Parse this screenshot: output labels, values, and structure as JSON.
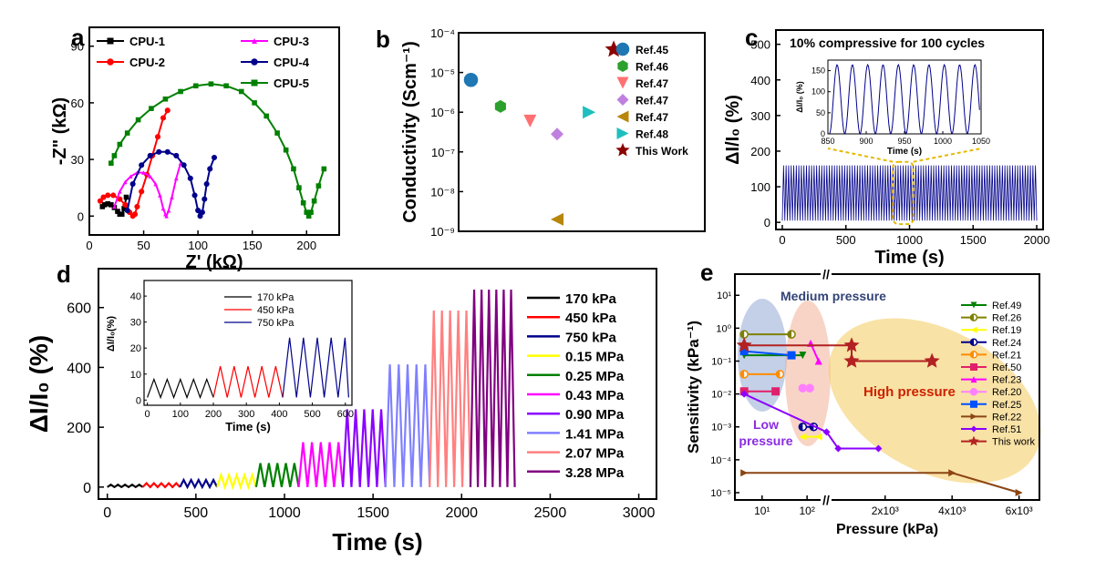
{
  "colors": {
    "black": "#000000",
    "red": "#ff0000",
    "magenta": "#ff00ff",
    "navy": "#00008b",
    "green": "#008000",
    "yellow": "#ffff00",
    "darkgreen": "#008000",
    "purple": "#8b00ff",
    "lightblue": "#8080ff",
    "salmon": "#ff8080",
    "plum": "#800080",
    "olive": "#b8860b",
    "cyan": "#1fbfbf",
    "darkred": "#8b0000",
    "blue": "#1f77b4",
    "orange": "#ff7f0e",
    "brown": "#8b4513"
  },
  "chart_data": [
    {
      "panel": "a",
      "type": "line",
      "xlabel": "Z' (kΩ)",
      "ylabel": "-Z\" (kΩ)",
      "xlim": [
        0,
        230
      ],
      "ylim": [
        -10,
        100
      ],
      "xticks": [
        0,
        50,
        100,
        150,
        200
      ],
      "yticks": [
        0,
        30,
        60,
        90
      ],
      "series": [
        {
          "name": "CPU-1",
          "color": "#000000",
          "marker": "square",
          "x": [
            12,
            14,
            17,
            20,
            23,
            26,
            28,
            30,
            32,
            34
          ],
          "y": [
            5,
            6,
            6.5,
            6,
            4.5,
            2.5,
            1,
            1,
            4,
            10
          ]
        },
        {
          "name": "CPU-2",
          "color": "#ff0000",
          "marker": "circle",
          "x": [
            10,
            13,
            17,
            22,
            28,
            33,
            37,
            40,
            42,
            44,
            48,
            53,
            58,
            63,
            68,
            72
          ],
          "y": [
            8,
            10,
            11,
            11,
            9,
            6,
            2,
            0,
            1,
            5,
            13,
            22,
            32,
            42,
            52,
            56
          ]
        },
        {
          "name": "CPU-3",
          "color": "#ff00ff",
          "marker": "triangle",
          "x": [
            23,
            28,
            33,
            38,
            44,
            50,
            56,
            61,
            65,
            68,
            70,
            71,
            73,
            76,
            80,
            84
          ],
          "y": [
            5,
            13,
            18,
            21,
            23,
            23,
            21,
            17,
            11,
            4,
            1,
            0,
            3,
            10,
            20,
            28
          ]
        },
        {
          "name": "CPU-4",
          "color": "#00008b",
          "marker": "circle",
          "x": [
            35,
            40,
            48,
            56,
            64,
            72,
            80,
            87,
            93,
            97,
            100,
            102,
            104,
            106,
            108,
            111,
            115
          ],
          "y": [
            3,
            17,
            27,
            32,
            34,
            34,
            32,
            27,
            20,
            11,
            3,
            0,
            2,
            9,
            17,
            25,
            31
          ]
        },
        {
          "name": "CPU-5",
          "color": "#008000",
          "marker": "square",
          "x": [
            20,
            23,
            28,
            35,
            45,
            57,
            70,
            84,
            98,
            112,
            126,
            140,
            152,
            163,
            173,
            181,
            188,
            193,
            197,
            200,
            202,
            204,
            207,
            211,
            216
          ],
          "y": [
            28,
            32,
            38,
            44,
            51,
            57,
            62,
            66,
            69,
            70,
            69,
            66,
            60,
            53,
            44,
            35,
            25,
            15,
            7,
            2,
            0,
            2,
            8,
            16,
            25
          ]
        }
      ]
    },
    {
      "panel": "b",
      "type": "scatter",
      "ylabel": "Conductivity (Scm⁻¹)",
      "yscale": "log",
      "ylim": [
        1e-09,
        0.0001
      ],
      "yticks": [
        "10⁻⁹",
        "10⁻⁸",
        "10⁻⁷",
        "10⁻⁶",
        "10⁻⁵",
        "10⁻⁴"
      ],
      "points": [
        {
          "name": "Ref.45",
          "marker": "circle",
          "color": "#1f77b4",
          "xfrac": 0.05,
          "y": 6.5e-06
        },
        {
          "name": "Ref.46",
          "marker": "hexagon",
          "color": "#2ca02c",
          "xfrac": 0.17,
          "y": 1.4e-06
        },
        {
          "name": "Ref.47",
          "marker": "triangle-down",
          "color": "#ff7070",
          "xfrac": 0.29,
          "y": 6e-07
        },
        {
          "name": "Ref.47",
          "marker": "diamond",
          "color": "#c080e0",
          "xfrac": 0.4,
          "y": 2.8e-07
        },
        {
          "name": "Ref.47",
          "marker": "triangle-left",
          "color": "#b8860b",
          "xfrac": 0.4,
          "y": 2e-09
        },
        {
          "name": "Ref.48",
          "marker": "triangle-right",
          "color": "#1fbfbf",
          "xfrac": 0.53,
          "y": 1e-06
        },
        {
          "name": "This Work",
          "marker": "star",
          "color": "#8b0000",
          "xfrac": 0.63,
          "y": 3.8e-05
        }
      ]
    },
    {
      "panel": "c",
      "type": "line",
      "title": "10% compressive for 100 cycles",
      "xlabel": "Time (s)",
      "ylabel": "ΔI/I₀ (%)",
      "xlim": [
        -50,
        2050
      ],
      "ylim": [
        -20,
        540
      ],
      "xticks": [
        0,
        500,
        1000,
        1500,
        2000
      ],
      "yticks": [
        0,
        100,
        200,
        300,
        400,
        500
      ],
      "cycles": 100,
      "x_range": [
        0,
        2000
      ],
      "amplitude_range": [
        5,
        160
      ],
      "inset": {
        "xlabel": "Time (s)",
        "ylabel": "ΔI/I₀ (%)",
        "xlim": [
          850,
          1050
        ],
        "ylim": [
          0,
          175
        ],
        "xticks": [
          850,
          900,
          950,
          1000,
          1050
        ],
        "yticks": [
          0,
          50,
          100,
          150
        ],
        "cycles": 10
      }
    },
    {
      "panel": "d",
      "type": "line",
      "xlabel": "Time (s)",
      "ylabel": "ΔI/I₀ (%)",
      "xlim": [
        -50,
        3100
      ],
      "ylim": [
        -40,
        730
      ],
      "xticks": [
        0,
        500,
        1000,
        1500,
        2000,
        2500,
        3000
      ],
      "yticks": [
        0,
        200,
        400,
        600
      ],
      "series": [
        {
          "name": "170 kPa",
          "color": "#000000",
          "x_start": 0,
          "x_end": 200,
          "peak": 8,
          "cycles": 5
        },
        {
          "name": "450 kPa",
          "color": "#ff0000",
          "x_start": 200,
          "x_end": 410,
          "peak": 13,
          "cycles": 5
        },
        {
          "name": "750 kPa",
          "color": "#00008b",
          "x_start": 410,
          "x_end": 620,
          "peak": 24,
          "cycles": 5
        },
        {
          "name": "0.15 MPa",
          "color": "#ffff00",
          "x_start": 620,
          "x_end": 840,
          "peak": 40,
          "cycles": 5
        },
        {
          "name": "0.25 MPa",
          "color": "#008000",
          "x_start": 840,
          "x_end": 1080,
          "peak": 80,
          "cycles": 5
        },
        {
          "name": "0.43 MPa",
          "color": "#ff00ff",
          "x_start": 1080,
          "x_end": 1330,
          "peak": 150,
          "cycles": 5
        },
        {
          "name": "0.90 MPa",
          "color": "#8b00ff",
          "x_start": 1330,
          "x_end": 1570,
          "peak": 260,
          "cycles": 5
        },
        {
          "name": "1.41 MPa",
          "color": "#8080ff",
          "x_start": 1570,
          "x_end": 1820,
          "peak": 410,
          "cycles": 5
        },
        {
          "name": "2.07 MPa",
          "color": "#ff8080",
          "x_start": 1820,
          "x_end": 2050,
          "peak": 590,
          "cycles": 5
        },
        {
          "name": "3.28 MPa",
          "color": "#800080",
          "x_start": 2050,
          "x_end": 2300,
          "peak": 660,
          "cycles": 6
        }
      ],
      "inset": {
        "xlabel": "Time (s)",
        "ylabel": "ΔI/I₀(%)",
        "xlim": [
          -10,
          620
        ],
        "ylim": [
          -2,
          46
        ],
        "xticks": [
          0,
          100,
          200,
          300,
          400,
          500,
          600
        ],
        "yticks": [
          0,
          10,
          20,
          30,
          40
        ],
        "legend": [
          "170 kPa",
          "450 kPa",
          "750 kPa"
        ]
      }
    },
    {
      "panel": "e",
      "type": "scatter",
      "xlabel": "Pressure (kPa)",
      "ylabel": "Sensitivity (kPa⁻¹)",
      "yscale": "log",
      "ylim": [
        1e-05,
        30
      ],
      "yticks": [
        "10⁻⁵",
        "10⁻⁴",
        "10⁻³",
        "10⁻²",
        "10⁻¹",
        "10⁰",
        "10¹"
      ],
      "xticks": [
        "10¹",
        "10²",
        "2x10³",
        "4x10³",
        "6x10³"
      ],
      "regions": [
        "Medium pressure",
        "Low pressure",
        "High pressure"
      ],
      "series": [
        {
          "name": "Ref.49",
          "color": "#008000",
          "marker": "triangle-down",
          "x": [
            4,
            80
          ],
          "y": [
            0.15,
            0.15
          ]
        },
        {
          "name": "Ref.26",
          "color": "#808000",
          "marker": "half-circle",
          "x": [
            4,
            45
          ],
          "y": [
            0.65,
            0.65
          ]
        },
        {
          "name": "Ref.19",
          "color": "#ffff00",
          "marker": "triangle-left",
          "x": [
            80,
            180
          ],
          "y": [
            0.0005,
            0.0005
          ]
        },
        {
          "name": "Ref.24",
          "color": "#00008b",
          "marker": "half-circle",
          "x": [
            80,
            140
          ],
          "y": [
            0.001,
            0.001
          ]
        },
        {
          "name": "Ref.21",
          "color": "#ff8c00",
          "marker": "half-circle",
          "x": [
            4,
            25
          ],
          "y": [
            0.04,
            0.04
          ]
        },
        {
          "name": "Ref.50",
          "color": "#e0206b",
          "marker": "square",
          "x": [
            4,
            20
          ],
          "y": [
            0.012,
            0.012
          ]
        },
        {
          "name": "Ref.23",
          "color": "#ff00ff",
          "marker": "triangle-up",
          "x": [
            120,
            180
          ],
          "y": [
            0.35,
            0.1
          ]
        },
        {
          "name": "Ref.20",
          "color": "#ff80ff",
          "marker": "circle",
          "x": [
            80,
            115
          ],
          "y": [
            0.015,
            0.015
          ]
        },
        {
          "name": "Ref.25",
          "color": "#0050ff",
          "marker": "half-square",
          "x": [
            4,
            45
          ],
          "y": [
            0.2,
            0.15
          ]
        },
        {
          "name": "Ref.22",
          "color": "#8b4513",
          "marker": "triangle-right",
          "x": [
            4,
            4000,
            6000
          ],
          "y": [
            4e-05,
            4e-05,
            1e-05
          ]
        },
        {
          "name": "Ref.51",
          "color": "#8b00ff",
          "marker": "diamond",
          "x": [
            4,
            250,
            600,
            1800
          ],
          "y": [
            0.01,
            0.0007,
            0.00022,
            0.00022
          ]
        },
        {
          "name": "This work",
          "color": "#b22222",
          "marker": "star",
          "x": [
            4,
            1000,
            1000,
            3400
          ],
          "y": [
            0.3,
            0.3,
            0.1,
            0.1
          ]
        }
      ]
    }
  ]
}
